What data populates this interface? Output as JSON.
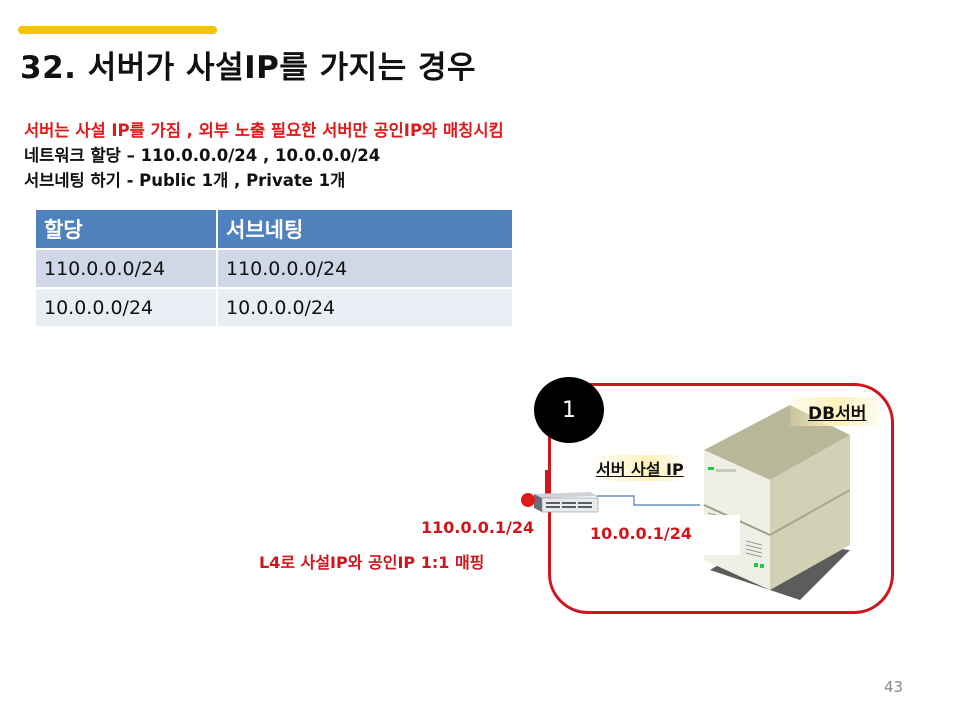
{
  "slide": {
    "title": "32. 서버가 사설IP를 가지는 경우",
    "page_number": "43",
    "accent_color": "#f5c400"
  },
  "bullets": [
    {
      "text": "서버는 사설 IP를 가짐 , 외부 노출 필요한 서버만 공인IP와 매칭시킴",
      "color": "#e0191b"
    },
    {
      "text": "네트워크 할당 – 110.0.0.0/24 , 10.0.0.0/24",
      "color": "#111111"
    },
    {
      "text": "서브네팅 하기 - Public 1개 , Private 1개",
      "color": "#111111"
    }
  ],
  "table": {
    "headers": [
      "할당",
      "서브네팅"
    ],
    "rows": [
      [
        "110.0.0.0/24",
        "110.0.0.0/24"
      ],
      [
        "10.0.0.0/24",
        "10.0.0.0/24"
      ]
    ],
    "header_color": "#4f81bd"
  },
  "diagram": {
    "badge": "1",
    "db_server_label": "DB서버",
    "server_private_ip_label": "서버 사설 IP",
    "l4_public_ip": "110.0.0.1/24",
    "l4_private_ip": "10.0.0.1/24",
    "mapping_note": "L4로 사설IP와 공인IP 1:1 매핑",
    "frame_color": "#d0161d"
  }
}
